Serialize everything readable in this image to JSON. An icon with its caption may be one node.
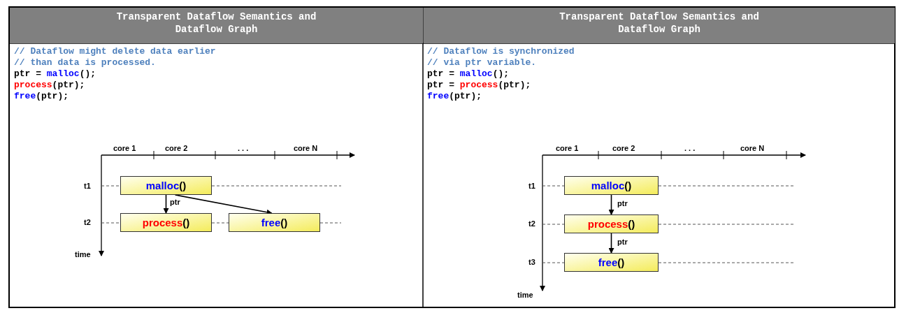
{
  "diagram": {
    "nodes": [
      {
        "text": [
          "malloc()"
        ]
      },
      {
        "text": [
          "process()"
        ]
      },
      {
        "text": [
          "free()"
        ]
      },
      {
        "text": [
          "malloc()"
        ]
      },
      {
        "text": [
          "process()"
        ]
      },
      {
        "text": [
          "free()"
        ]
      }
    ],
    "edges": [
      {
        "from": 0,
        "to": 1,
        "arrow": "to",
        "label": "ptr"
      },
      {
        "from": 0,
        "to": 2,
        "arrow": "to"
      },
      {
        "from": 3,
        "to": 4,
        "arrow": "to",
        "label": "ptr"
      },
      {
        "from": 4,
        "to": 5,
        "arrow": "to",
        "label": "ptr"
      }
    ],
    "labels": [
      "Transparent Dataflow Semantics and Dataflow Graph",
      "Transparent Dataflow Semantics and Dataflow Graph",
      "// Dataflow might delete data earlier",
      "// than data is processed.",
      "ptr = malloc();",
      "process(ptr);",
      "free(ptr);",
      "core 1",
      "core 2",
      ". . .",
      "core N",
      "t1",
      "t2",
      "time",
      "// Dataflow is synchronized",
      "// via ptr variable.",
      "ptr = malloc();",
      "ptr = process(ptr);",
      "free(ptr);",
      "core 1",
      "core 2",
      ". . .",
      "core N",
      "t1",
      "t2",
      "t3",
      "time"
    ]
  }
}
